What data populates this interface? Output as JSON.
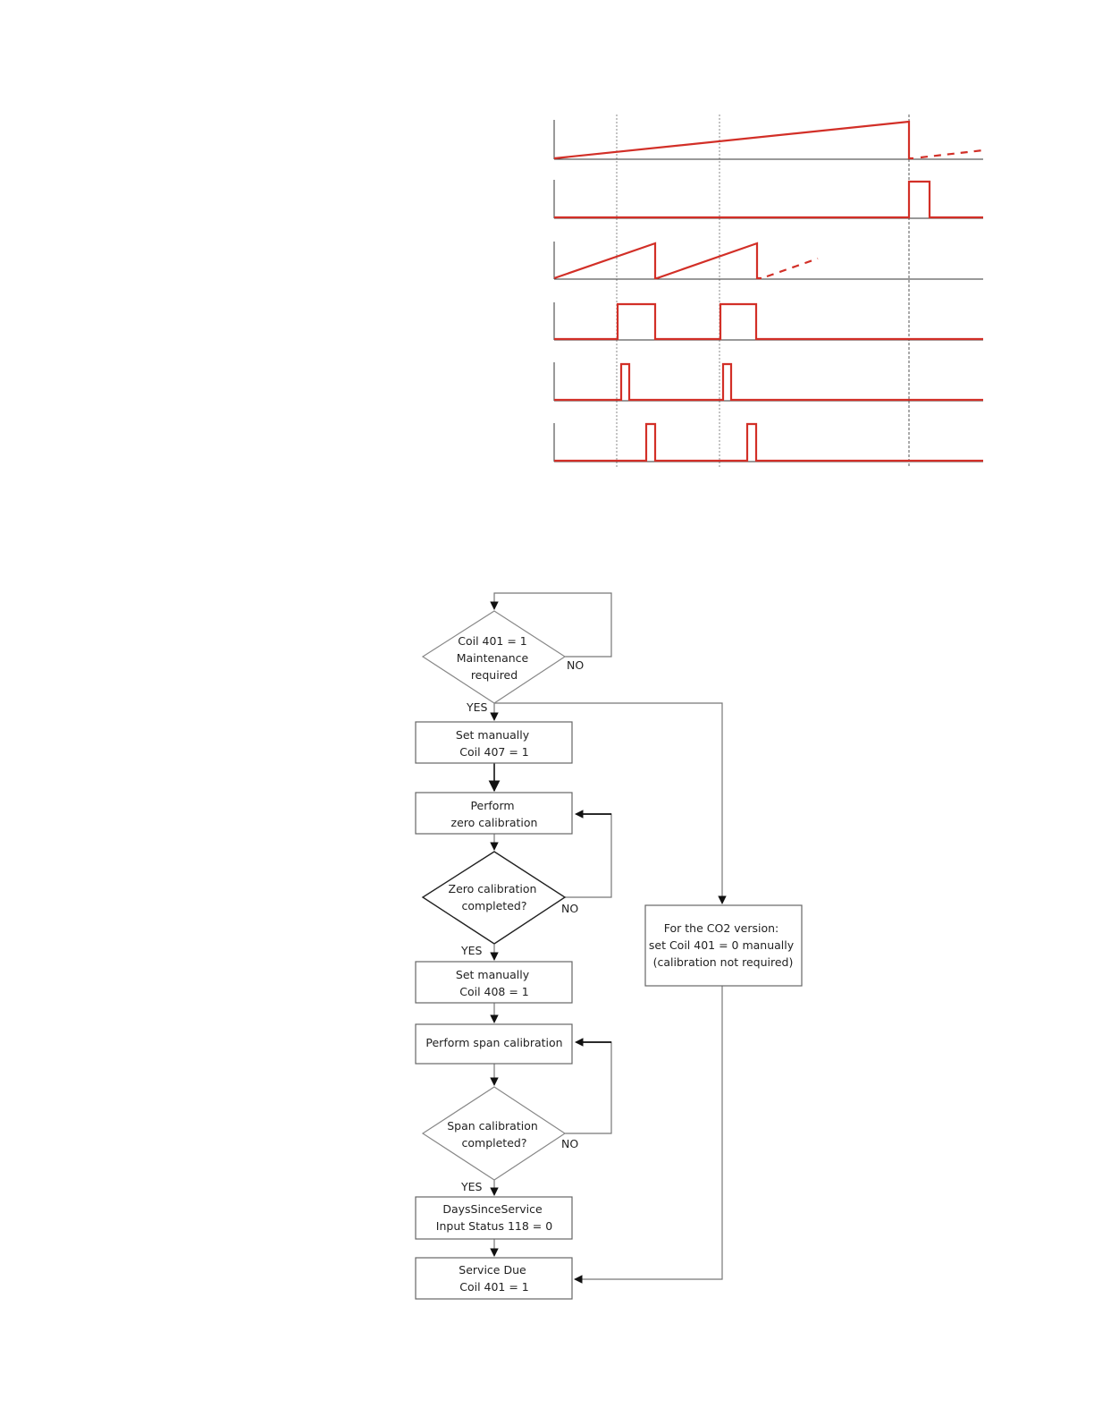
{
  "colors": {
    "signal": "#d22f27",
    "axis": "#333333",
    "guide": "#888888",
    "flow_line": "#777777",
    "arrow": "#111111"
  },
  "flowchart": {
    "nodes": {
      "maintenance_required": {
        "lines": [
          "Coil 401 = 1",
          "Maintenance",
          "required"
        ]
      },
      "set_coil_407": {
        "lines": [
          "Set manually",
          "Coil 407 = 1"
        ]
      },
      "perform_zero": {
        "lines": [
          "Perform",
          "zero calibration"
        ]
      },
      "zero_completed": {
        "lines": [
          "Zero calibration",
          "completed?"
        ]
      },
      "set_coil_408": {
        "lines": [
          "Set manually",
          "Coil 408 = 1"
        ]
      },
      "perform_span": {
        "lines": [
          "Perform span calibration"
        ]
      },
      "span_completed": {
        "lines": [
          "Span calibration",
          "completed?"
        ]
      },
      "days_since_service": {
        "lines": [
          "DaysSinceService",
          "Input Status 118 = 0"
        ]
      },
      "service_due": {
        "lines": [
          "Service Due",
          "Coil 401 = 1"
        ]
      },
      "co2_version": {
        "lines": [
          "For the CO2 version:",
          "set Coil 401 = 0 manually",
          "(calibration not required)"
        ]
      }
    },
    "labels": {
      "yes": "YES",
      "no": "NO"
    }
  }
}
